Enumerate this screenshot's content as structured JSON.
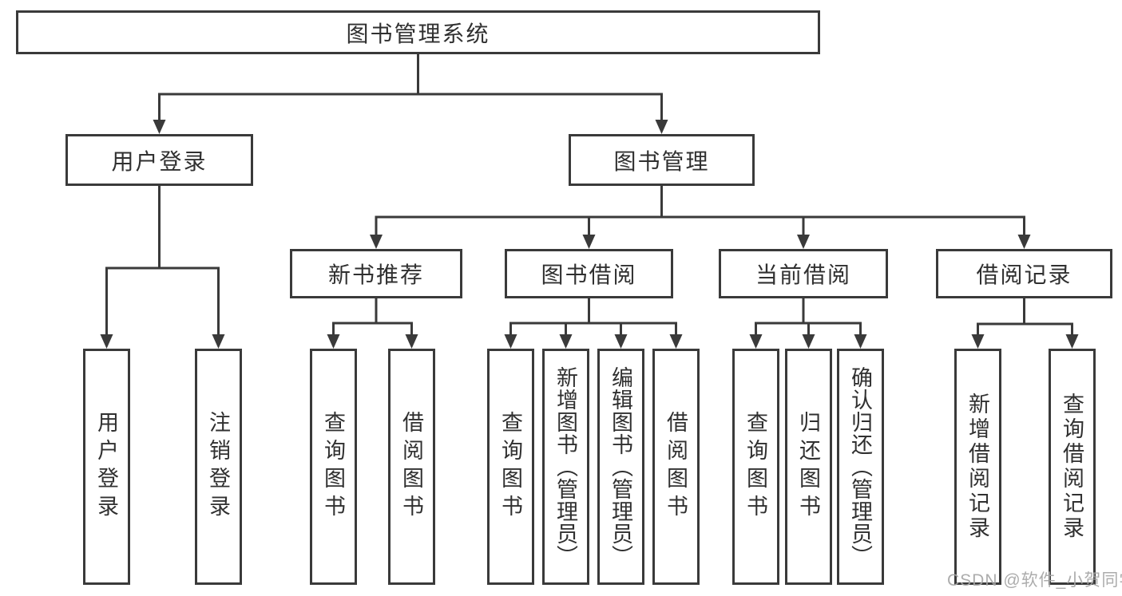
{
  "diagram": {
    "root": "图书管理系统",
    "branches": [
      {
        "label": "用户登录",
        "children": [
          "用户登录",
          "注销登录"
        ]
      },
      {
        "label": "图书管理",
        "sections": [
          {
            "label": "新书推荐",
            "children": [
              "查询图书",
              "借阅图书"
            ]
          },
          {
            "label": "图书借阅",
            "children": [
              "查询图书",
              "新增图书（管理员）",
              "编辑图书（管理员）",
              "借阅图书"
            ]
          },
          {
            "label": "当前借阅",
            "children": [
              "查询图书",
              "归还图书",
              "确认归还（管理员）"
            ]
          },
          {
            "label": "借阅记录",
            "children": [
              "新增借阅记录",
              "查询借阅记录"
            ]
          }
        ]
      }
    ]
  },
  "watermark": "CSDN @软件_小贺同学",
  "colors": {
    "line": "#3a3a3a",
    "box_border": "#3a3a3a",
    "text": "#303030",
    "watermark": "#a6a6a6",
    "background": "#ffffff"
  }
}
